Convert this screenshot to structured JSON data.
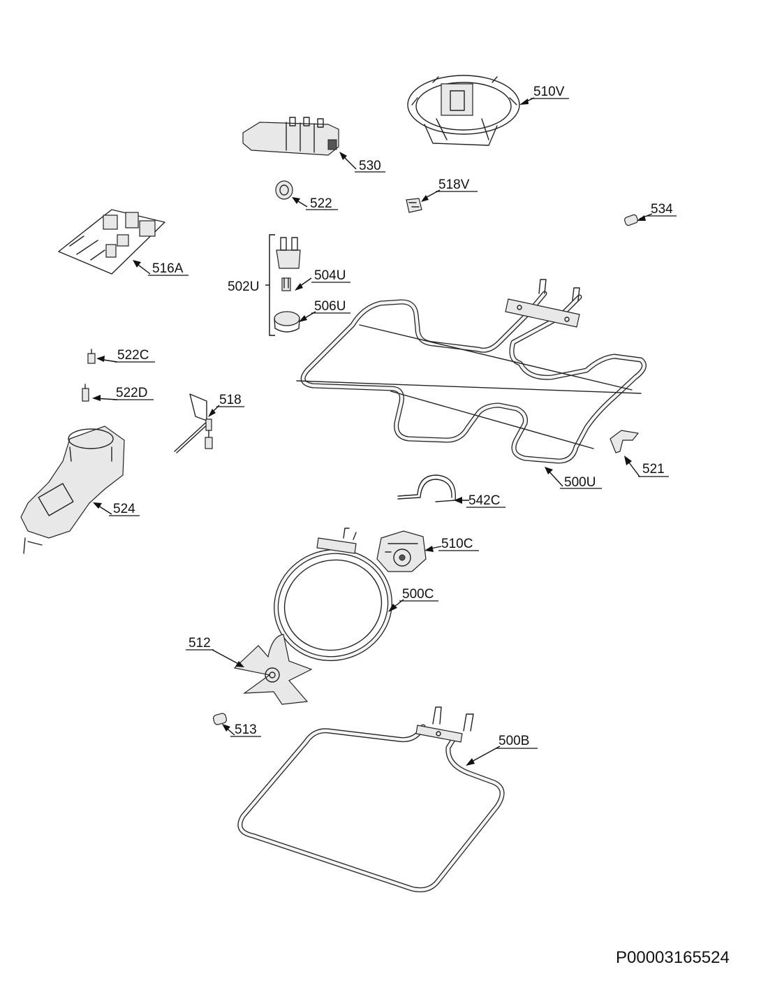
{
  "diagram": {
    "document_code": "P00003165524",
    "bracket_label": "502U",
    "labels": {
      "p510V": "510V",
      "p530": "530",
      "p518V": "518V",
      "p522": "522",
      "p534": "534",
      "p516A": "516A",
      "p504U": "504U",
      "p506U": "506U",
      "p522C": "522C",
      "p522D": "522D",
      "p518": "518",
      "p521": "521",
      "p500U": "500U",
      "p524": "524",
      "p542C": "542C",
      "p510C": "510C",
      "p500C": "500C",
      "p512": "512",
      "p513": "513",
      "p500B": "500B"
    }
  }
}
